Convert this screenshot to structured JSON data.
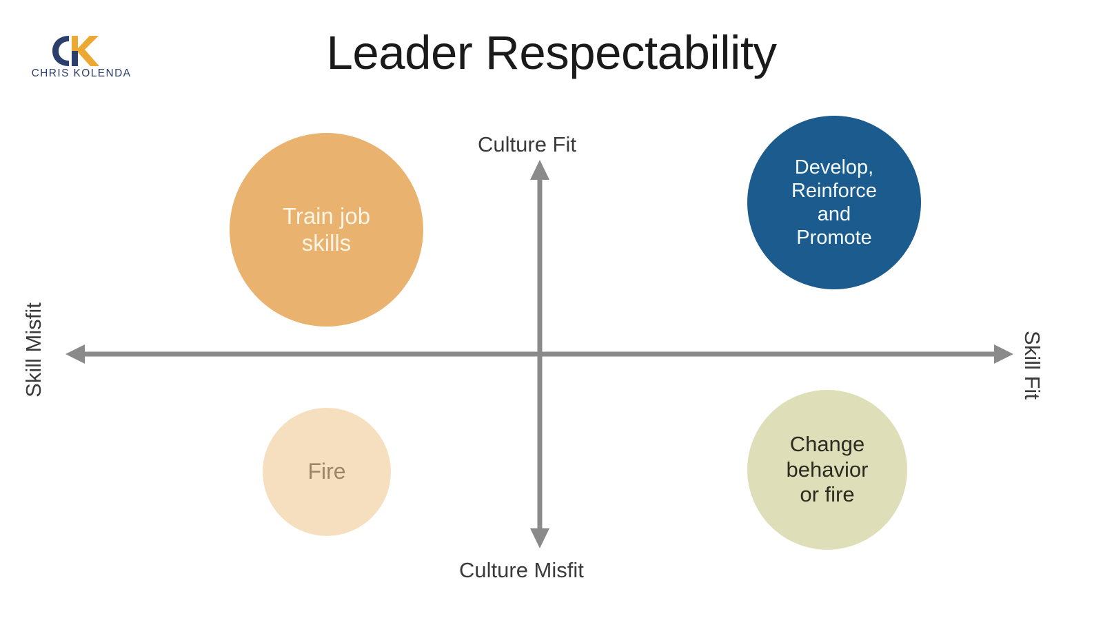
{
  "brand": {
    "logo_mark": "ck-monogram-logo",
    "logo_c_color": "#2c3e6b",
    "logo_k_color": "#eda832",
    "wordmark": "CHRIS KOLENDA",
    "wordmark_color": "#2c3e6b"
  },
  "header": {
    "title": "Leader Respectability"
  },
  "axes": {
    "line_color": "#8a8a8a",
    "vertical_top_label": "Culture Fit",
    "vertical_bottom_label": "Culture Misfit",
    "horizontal_left_label": "Skill Misfit",
    "horizontal_right_label": "Skill Fit"
  },
  "chart_data": {
    "type": "scatter",
    "title": "Leader Respectability",
    "xlabel": "Skill Misfit ↔ Skill Fit",
    "ylabel": "Culture Misfit ↔ Culture Fit",
    "grid": false,
    "legend": "none",
    "xlim": [
      -1,
      1
    ],
    "ylim": [
      -1,
      1
    ],
    "axis_labels": {
      "x_negative": "Skill Misfit",
      "x_positive": "Skill Fit",
      "y_positive": "Culture Fit",
      "y_negative": "Culture Misfit"
    },
    "points": [
      {
        "label": "Train job skills",
        "quadrant": "culture-fit / skill-misfit",
        "x": -0.45,
        "y": 0.62,
        "size": 281,
        "color": "#e9b36f",
        "text_color": "#fdf4e6"
      },
      {
        "label": "Develop, Reinforce and Promote",
        "quadrant": "culture-fit / skill-fit",
        "x": 0.63,
        "y": 0.71,
        "size": 252,
        "color": "#1c5b8d",
        "text_color": "#f4fbff"
      },
      {
        "label": "Fire",
        "quadrant": "culture-misfit / skill-misfit",
        "x": -0.43,
        "y": -0.6,
        "size": 186,
        "color": "#f6dfbe",
        "text_color": "#9b8568"
      },
      {
        "label": "Change behavior or fire",
        "quadrant": "culture-misfit / skill-fit",
        "x": 0.6,
        "y": -0.6,
        "size": 232,
        "color": "#dedfb9",
        "text_color": "#2b2b20"
      }
    ]
  },
  "bubbles": {
    "train": "Train job\nskills",
    "develop": "Develop,\nReinforce\nand\nPromote",
    "fire": "Fire",
    "change": "Change\nbehavior\nor fire"
  }
}
